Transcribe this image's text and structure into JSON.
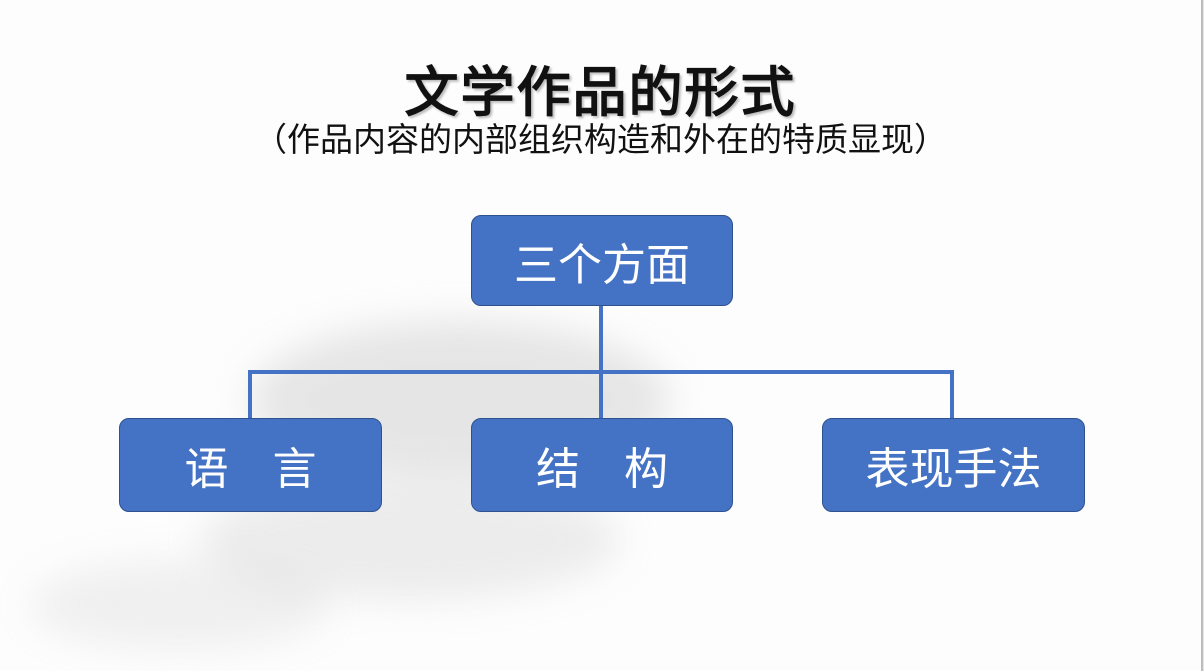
{
  "title": "文学作品的形式",
  "subtitle": "（作品内容的内部组织构造和外在的特质显现）",
  "diagram": {
    "root": "三个方面",
    "children": [
      "语　言",
      "结　构",
      "表现手法"
    ]
  },
  "colors": {
    "box": "#4472c4",
    "box_border": "#2f528f",
    "text": "#ffffff"
  }
}
